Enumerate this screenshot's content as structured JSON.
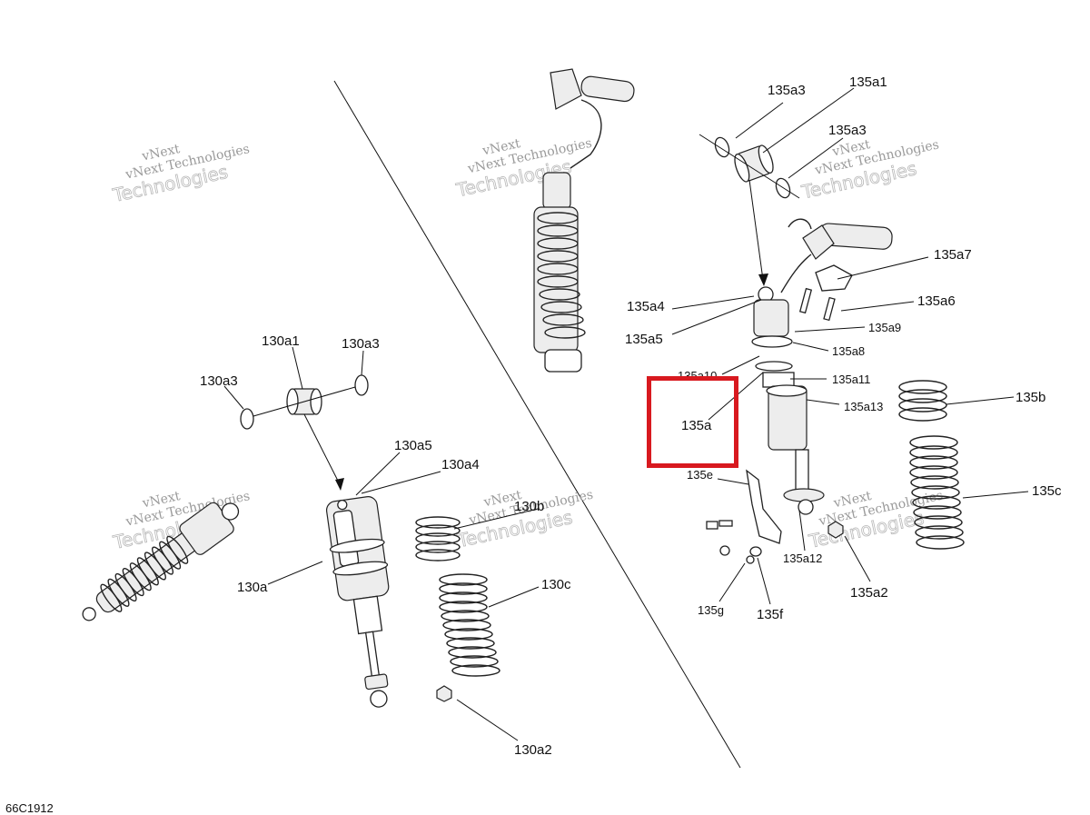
{
  "diagram": {
    "drawing_code": "66C1912",
    "watermark": {
      "line1": "vNext Technologies",
      "line2": "Technologies",
      "line0": "vNext"
    },
    "highlight_color": "#d8191f",
    "callouts": {
      "c130a1": "130a1",
      "c130a3_left": "130a3",
      "c130a3_right": "130a3",
      "c130a5": "130a5",
      "c130a4": "130a4",
      "c130a": "130a",
      "c130b": "130b",
      "c130c": "130c",
      "c130a2": "130a2",
      "c135a3_top": "135a3",
      "c135a1": "135a1",
      "c135a3_right": "135a3",
      "c135a7": "135a7",
      "c135a6": "135a6",
      "c135a4": "135a4",
      "c135a5": "135a5",
      "c135a9": "135a9",
      "c135a8": "135a8",
      "c135a10": "135a10",
      "c135a11": "135a11",
      "c135a13": "135a13",
      "c135a": "135a",
      "c135e": "135e",
      "c135b": "135b",
      "c135c": "135c",
      "c135a12": "135a12",
      "c135a2": "135a2",
      "c135g": "135g",
      "c135f": "135f"
    }
  }
}
